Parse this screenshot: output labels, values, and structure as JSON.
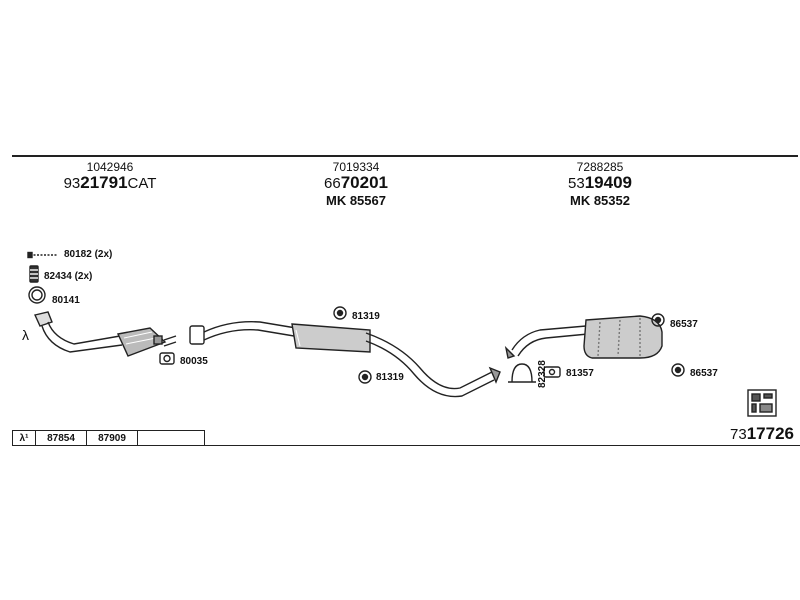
{
  "groups": [
    {
      "part_no": "1042946",
      "code_prefix": "93",
      "code_main": "21791",
      "code_suffix": "CAT",
      "mk": ""
    },
    {
      "part_no": "7019334",
      "code_prefix": "66",
      "code_main": "70201",
      "code_suffix": "",
      "mk": "MK  85567"
    },
    {
      "part_no": "7288285",
      "code_prefix": "53",
      "code_main": "19409",
      "code_suffix": "",
      "mk": "MK  85352"
    }
  ],
  "labels": {
    "l80182": "80182 (2x)",
    "l82434": "82434 (2x)",
    "l80141": "80141",
    "l80035": "80035",
    "l81319a": "81319",
    "l81319b": "81319",
    "l86537a": "86537",
    "l86537b": "86537",
    "l82328": "82328",
    "l81357": "81357"
  },
  "lambda": "λ",
  "table": {
    "c0": "λ¹",
    "c1": "87854",
    "c2": "87909",
    "c3": ""
  },
  "ref": {
    "prefix": "73",
    "main": "17726"
  }
}
